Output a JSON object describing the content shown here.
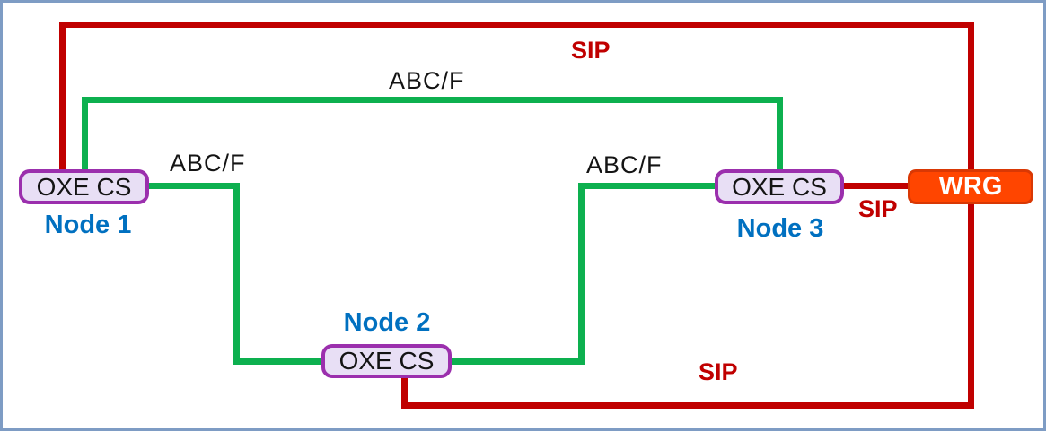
{
  "diagram": {
    "nodes": [
      {
        "box_label": "OXE CS",
        "name": "Node 1"
      },
      {
        "box_label": "OXE CS",
        "name": "Node 2"
      },
      {
        "box_label": "OXE CS",
        "name": "Node 3"
      }
    ],
    "gateway": {
      "box_label": "WRG"
    },
    "links": {
      "sip_top_label": "SIP",
      "sip_node3_wrg_label": "SIP",
      "sip_bottom_label": "SIP",
      "abcf_top_label": "ABC/F",
      "abcf_node1_node2_label": "ABC/F",
      "abcf_node2_node3_label": "ABC/F"
    },
    "colors": {
      "sip_line": "#c00000",
      "abcf_line": "#0db04f",
      "node_box_border": "#9b2fad",
      "node_box_fill": "#e8dff5",
      "node_name_text": "#0070c0",
      "wrg_fill": "#ff4500",
      "wrg_border": "#d93804",
      "wrg_text": "#ffffff",
      "frame_border": "#7e9cc4"
    }
  }
}
